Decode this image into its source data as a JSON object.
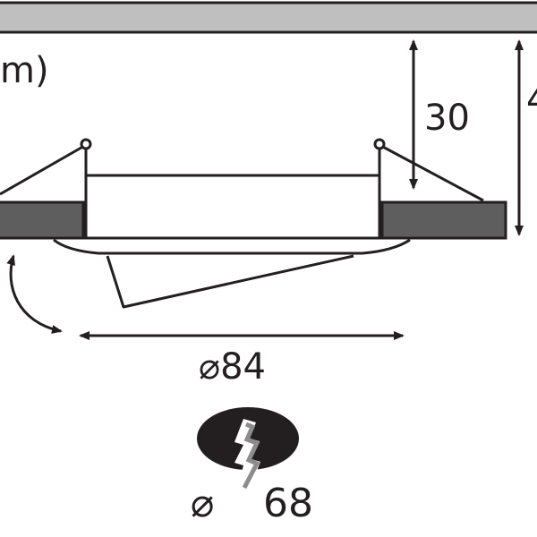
{
  "labels": {
    "unit_fragment": "m)",
    "height_inner": "30",
    "height_total_fragment": "4",
    "diameter_outer": "⌀84",
    "cutout_symbol": "⌀",
    "cutout_value": "68"
  },
  "colors": {
    "line": "#231f20",
    "ceiling_fill": "#bfbfbf",
    "panel_fill": "#5e5e5e",
    "disc_fill": "#231f20"
  }
}
